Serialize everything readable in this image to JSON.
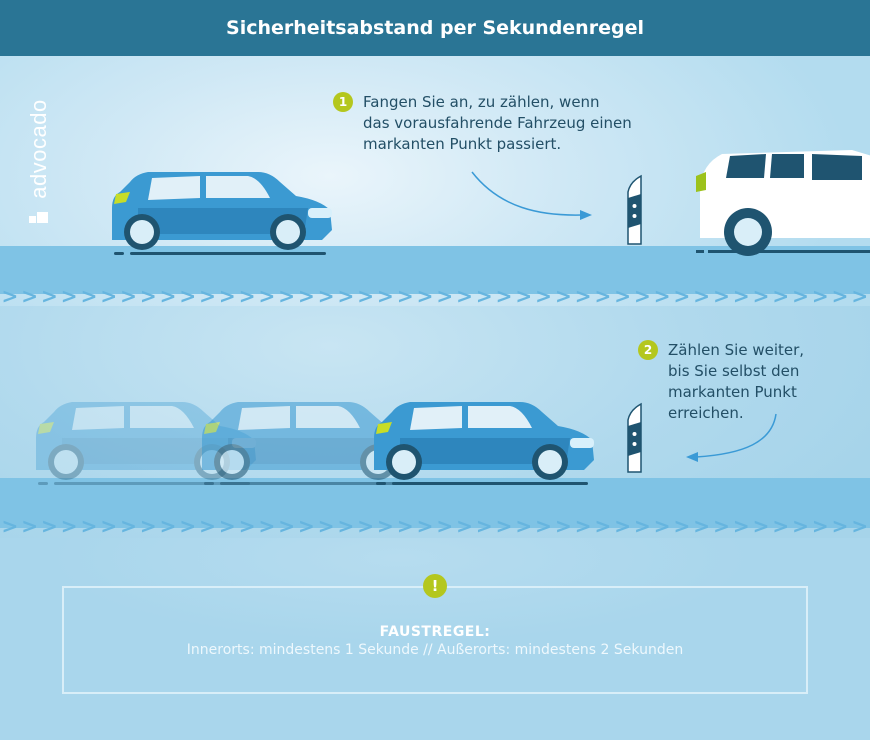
{
  "header": {
    "title": "Sicherheitsabstand per Sekundenregel"
  },
  "logo": {
    "text": "advocado"
  },
  "steps": [
    {
      "number": "1",
      "lines": [
        "Fangen Sie an, zu zählen, wenn",
        "das vorausfahrende Fahrzeug einen",
        "markanten Punkt passiert."
      ]
    },
    {
      "number": "2",
      "lines": [
        "Zählen Sie weiter,",
        "bis Sie selbst den",
        "markanten Punkt",
        "erreichen."
      ]
    }
  ],
  "rule": {
    "badge": "!",
    "title": "FAUSTREGEL:",
    "text": "Innerorts: mindestens 1 Sekunde // Außerorts: mindestens 2 Sekunden"
  },
  "colors": {
    "header_bg": "#2a7595",
    "accent_green": "#b4c71e",
    "car_blue": "#3b9ad2",
    "road": "#7fc3e5",
    "text_dark": "#234f66"
  },
  "illustration": {
    "scene_1": [
      "blue-hatchback",
      "roadside-post",
      "white-suv-leading"
    ],
    "scene_2": [
      "blue-hatchback-ghost-1",
      "blue-hatchback-ghost-2",
      "blue-hatchback",
      "roadside-post"
    ]
  }
}
